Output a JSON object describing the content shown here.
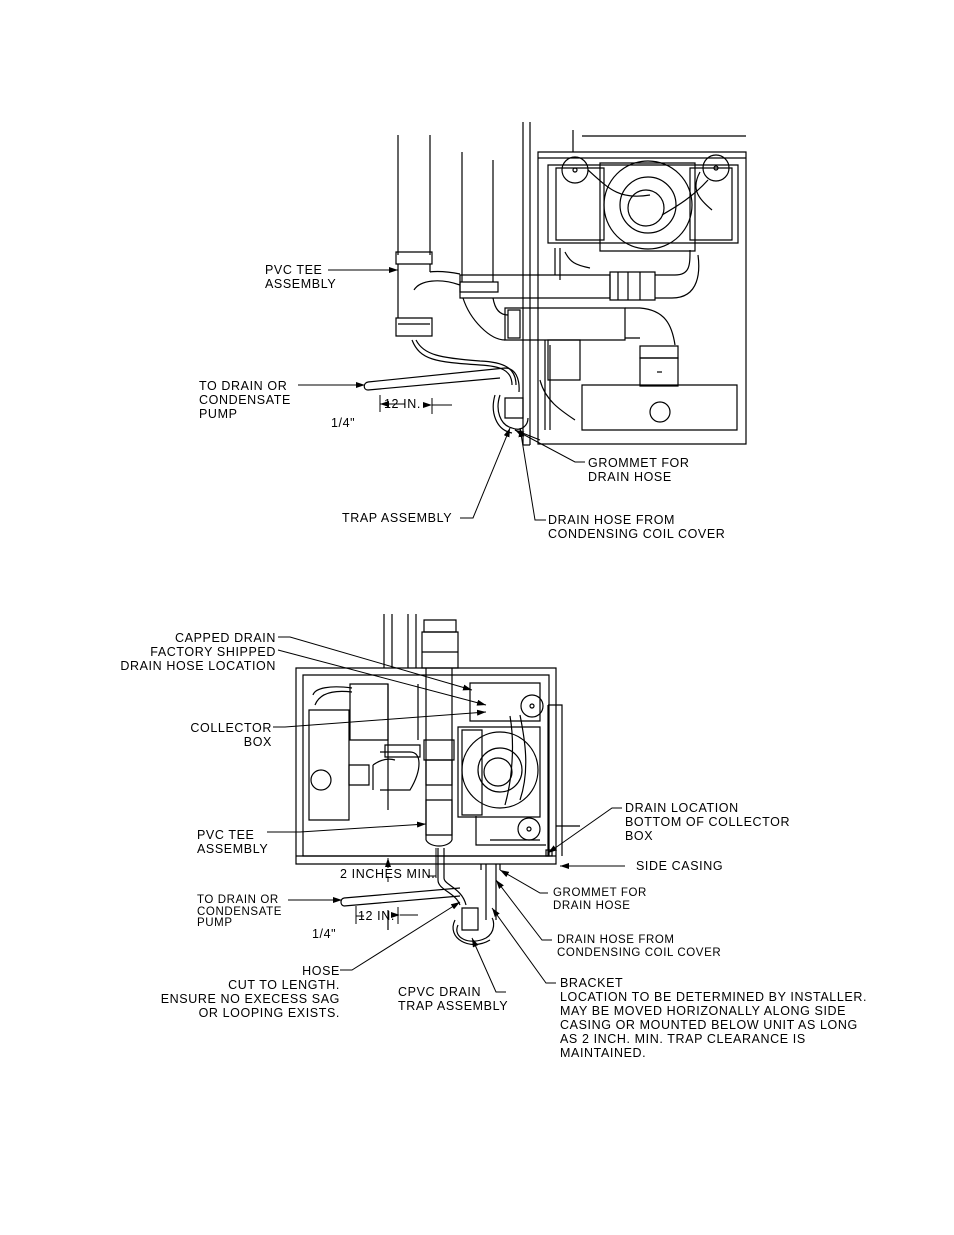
{
  "top_diagram": {
    "pvc_tee": "PVC TEE\nASSEMBLY",
    "to_drain": "TO DRAIN OR\nCONDENSATE\nPUMP",
    "twelve_in": "12 IN.",
    "quarter_in": "1/4\"",
    "grommet": "GROMMET FOR\nDRAIN HOSE",
    "trap_assembly": "TRAP ASSEMBLY",
    "drain_hose": "DRAIN HOSE FROM\nCONDENSING COIL COVER"
  },
  "bottom_diagram": {
    "capped_drain": "CAPPED DRAIN\nFACTORY SHIPPED\nDRAIN HOSE LOCATION",
    "collector_box": "COLLECTOR\nBOX",
    "pvc_tee": "PVC TEE\nASSEMBLY",
    "drain_location": "DRAIN LOCATION\nBOTTOM OF COLLECTOR\nBOX",
    "side_casing": "SIDE CASING",
    "two_inches": "2 INCHES MIN.",
    "to_drain": "TO DRAIN OR\nCONDENSATE\nPUMP",
    "twelve_in": "12 IN.",
    "quarter_in": "1/4\"",
    "grommet": "GROMMET FOR\nDRAIN HOSE",
    "drain_hose": "DRAIN HOSE FROM\nCONDENSING COIL COVER",
    "hose": "HOSE\nCUT TO LENGTH.\nENSURE NO EXECESS SAG\nOR LOOPING EXISTS.",
    "cpvc_trap": "CPVC DRAIN\nTRAP ASSEMBLY",
    "bracket": "BRACKET\nLOCATION TO BE DETERMINED BY INSTALLER.\nMAY BE MOVED HORIZONALLY ALONG SIDE\nCASING OR MOUNTED BELOW UNIT AS LONG\nAS 2 INCH. MIN. TRAP CLEARANCE IS\nMAINTAINED."
  }
}
